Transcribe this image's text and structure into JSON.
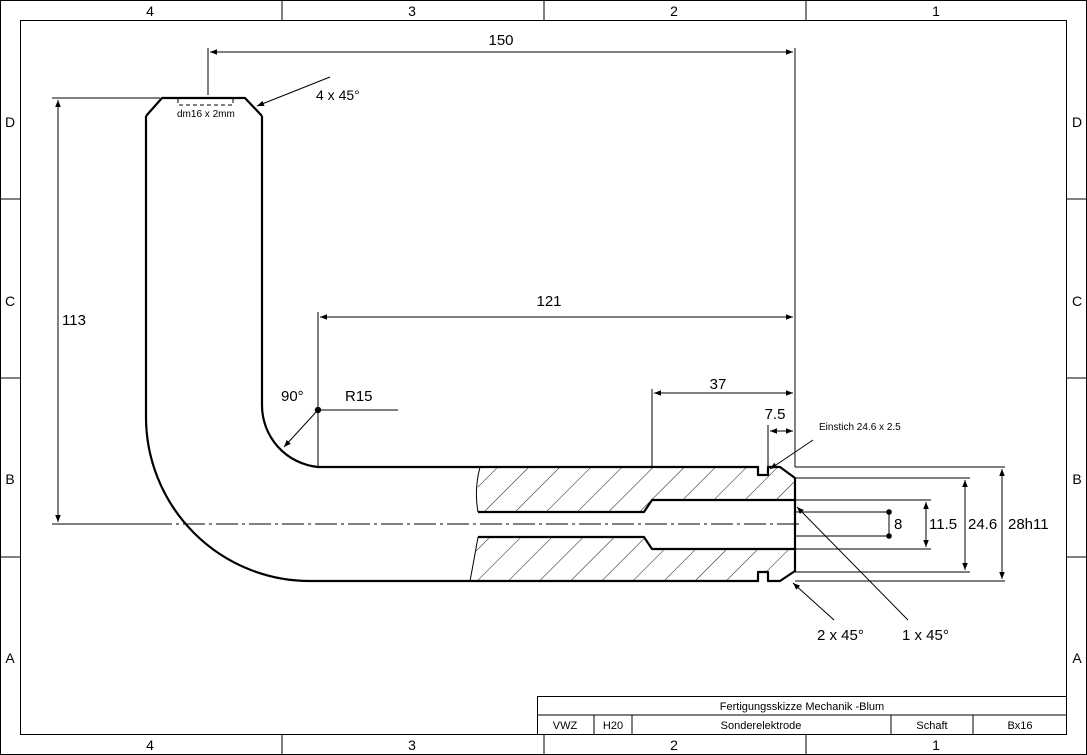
{
  "grid": {
    "cols": [
      "4",
      "3",
      "2",
      "1"
    ],
    "rows": [
      "D",
      "C",
      "B",
      "A"
    ]
  },
  "dims": {
    "d150": "150",
    "d113": "113",
    "d121": "121",
    "d37": "37",
    "d7_5": "7.5",
    "d8": "8",
    "d11_5": "11.5",
    "d24_6": "24.6",
    "d28h11": "28h11",
    "r15": "R15",
    "a90": "90°"
  },
  "notes": {
    "chamfer_top": "4 x 45°",
    "thread": "dm16 x 2mm",
    "groove": "Einstich 24.6 x 2.5",
    "chamfer_2": "2 x 45°",
    "chamfer_1": "1 x 45°"
  },
  "title_block": {
    "title": "Fertigungsskizze Mechanik -Blum",
    "cells": [
      "VWZ",
      "H20",
      "Sonderelektrode",
      "Schaft",
      "Bx16"
    ]
  }
}
